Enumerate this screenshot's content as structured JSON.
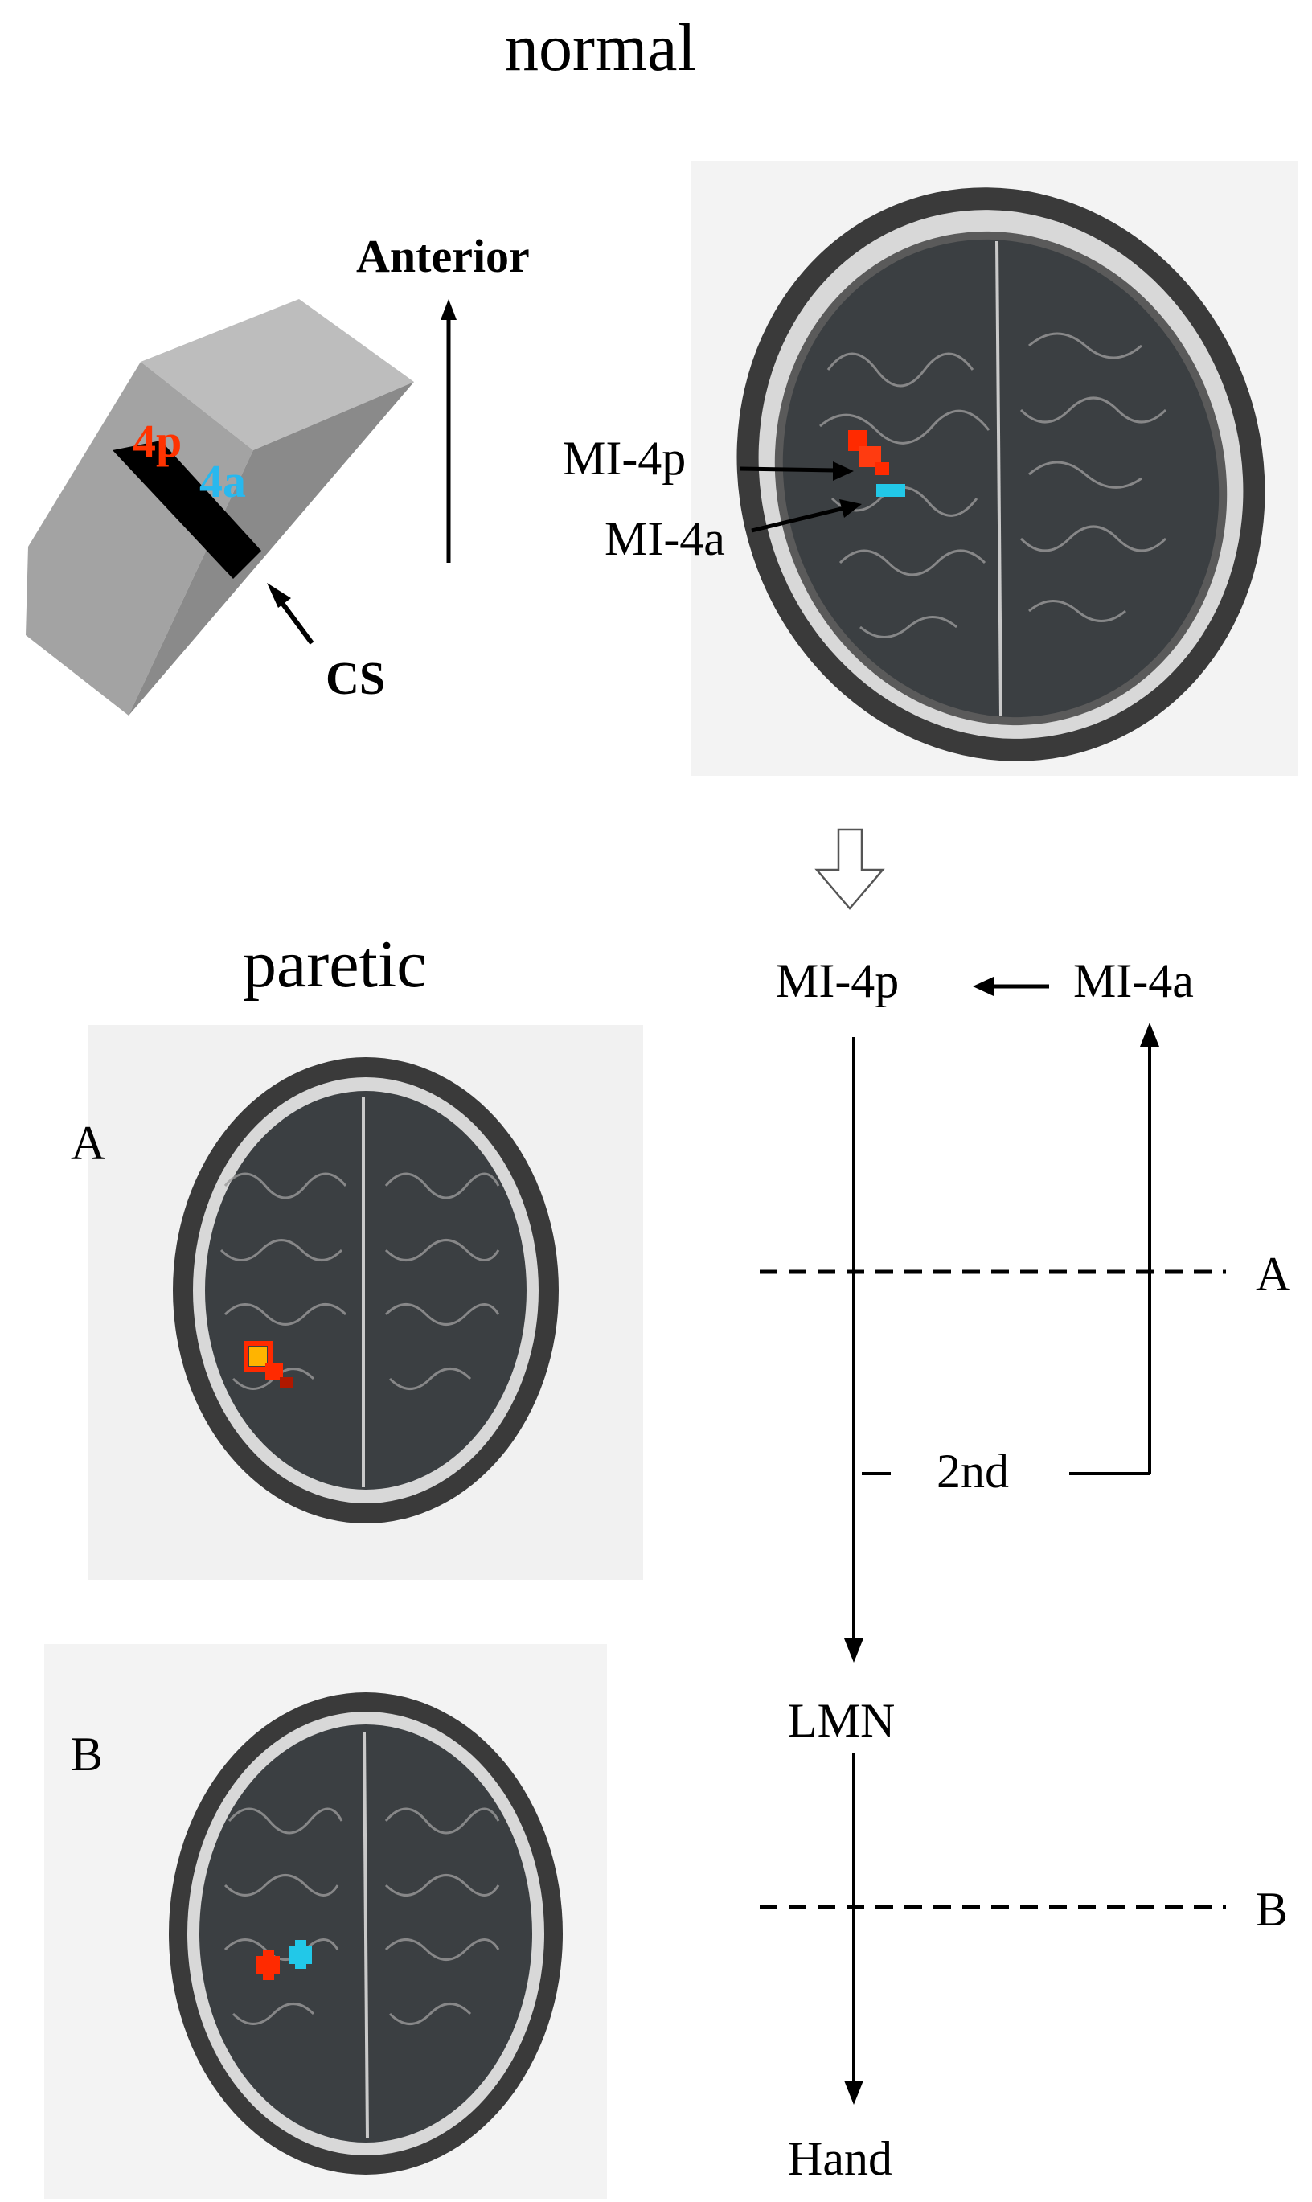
{
  "figure": {
    "normal_title": "normal",
    "paretic_title": "paretic",
    "block": {
      "label_4p": "4p",
      "label_4a": "4a",
      "direction_label": "Anterior",
      "sulcus_label": "CS",
      "color_4p": "#ff3300",
      "color_4a": "#29b8ee"
    },
    "normal_scan": {
      "label_4p": "MI-4p",
      "label_4a": "MI-4a",
      "activations": [
        "red",
        "cyan"
      ]
    },
    "panel_a": {
      "label": "A",
      "activations": [
        "red"
      ]
    },
    "panel_b": {
      "label": "B",
      "activations": [
        "red",
        "cyan"
      ]
    },
    "flow": {
      "node_4p": "MI-4p",
      "node_4a": "MI-4a",
      "node_lmn": "LMN",
      "node_hand": "Hand",
      "loop_label": "2nd",
      "cut_a": "A",
      "cut_b": "B"
    },
    "colors": {
      "activation_red": "#ff2a00",
      "activation_cyan": "#22c8e8",
      "block_light": "#a6a6a6",
      "block_mid": "#8c8c8c",
      "block_dark": "#7a7a7a"
    }
  }
}
